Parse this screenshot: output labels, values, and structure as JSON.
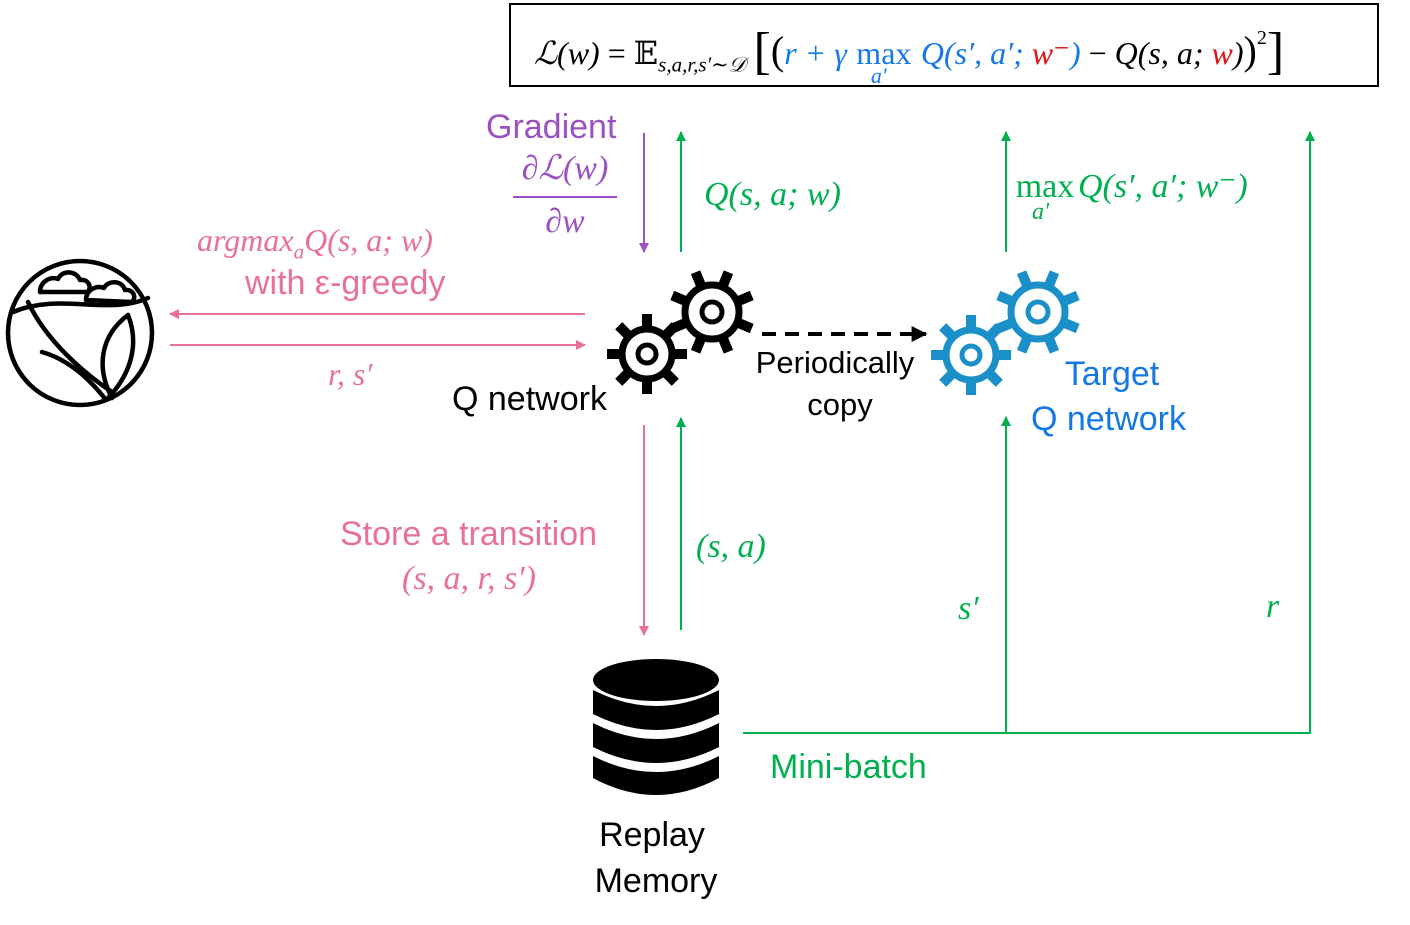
{
  "colors": {
    "black": "#000000",
    "green": "#00B050",
    "pink": "#E8709A",
    "purple": "#9B51C4",
    "blue": "#1478E6",
    "red": "#E01010",
    "target_gear": "#1A8FC8"
  },
  "icons": {
    "environment": "environment-globe-icon",
    "q_network": "gear-pair-icon",
    "target_q_network": "gear-pair-blue-icon",
    "replay_memory": "database-icon"
  },
  "formula": {
    "lhs": "ℒ(w)",
    "eq": "=",
    "expect": "𝔼",
    "expect_sub": "s,a,r,s′∼𝒟",
    "open_bracket": "[",
    "open_paren": "(",
    "target_r": "r + γ",
    "max_word": "max",
    "max_sub": "a′",
    "target_q_open": "Q(s′, a′;",
    "target_w": "w⁻",
    "target_q_close": ")",
    "minus": "−",
    "q_open": "Q(s, a;",
    "q_w": "w",
    "q_close": ")",
    "close_paren": ")",
    "square": "2",
    "close_bracket": "]"
  },
  "labels": {
    "gradient_title": "Gradient",
    "gradient_num": "∂ℒ(w)",
    "gradient_den": "∂w",
    "q_value": "Q(s, a; w)",
    "max_word": "max",
    "max_sub": "a′",
    "max_q": "Q(s′, a′; w⁻)",
    "argmax": "argmax",
    "argmax_sub": "a",
    "argmax_q": "Q(s, a; w)",
    "egreedy": "with ε-greedy",
    "reward_state": "r, s′",
    "q_network": "Q network",
    "periodically": "Periodically",
    "copy": "copy",
    "target_line1": "Target",
    "target_line2": "Q network",
    "store_title": "Store a transition",
    "store_tuple": "(s, a, r, s′)",
    "state_action": "(s, a)",
    "s_prime": "s′",
    "r": "r",
    "replay_line1": "Replay",
    "replay_line2": "Memory",
    "minibatch": "Mini-batch"
  }
}
